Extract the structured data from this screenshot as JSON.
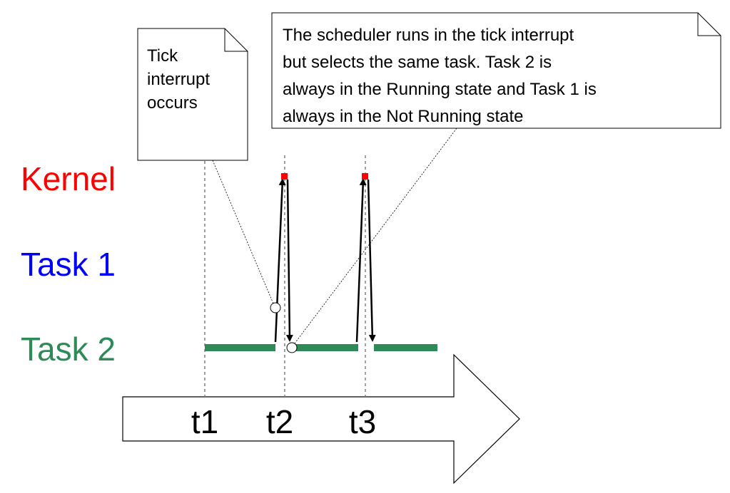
{
  "callouts": {
    "tick_note": [
      "Tick",
      "interrupt",
      "occurs"
    ],
    "scheduler_note": [
      "The scheduler runs in the tick interrupt",
      "but selects the same task.  Task 2 is",
      "always in the Running state and Task 1 is",
      "always in the Not Running state"
    ]
  },
  "rows": {
    "kernel": "Kernel",
    "task1": "Task 1",
    "task2": "Task 2"
  },
  "ticks": [
    "t1",
    "t2",
    "t3"
  ],
  "colors": {
    "kernel": "#ff0000",
    "task1": "#0000ff",
    "task2": "#2e8b57",
    "marker": "#ff0000",
    "guide": "#808080"
  }
}
